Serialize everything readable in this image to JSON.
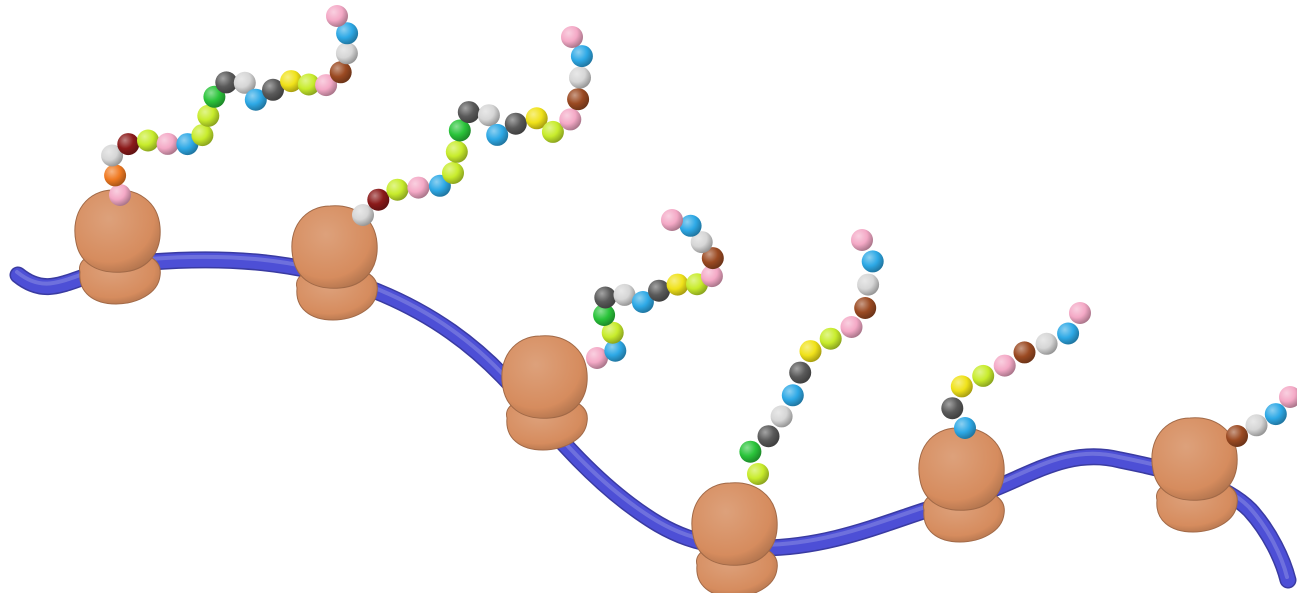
{
  "palette": {
    "pink": "#f4a9c6",
    "blue": "#2ea9e6",
    "lightgray": "#d6d6d6",
    "darkgray": "#5a5a5a",
    "brown": "#9b4a22",
    "darkred": "#8b1a1a",
    "yellowgreen": "#c8ec2c",
    "yellow": "#f0e21a",
    "green": "#2ac43a",
    "orange": "#f07a22",
    "ribosome": "#d68c5e",
    "mrna": "#4d4fd6"
  },
  "ribosome_count": 6,
  "peptide_chains": [
    {
      "id": "chain-1",
      "residues": [
        "pink",
        "orange",
        "lightgray",
        "darkred",
        "yellowgreen",
        "pink",
        "blue",
        "yellowgreen",
        "yellowgreen",
        "green",
        "darkgray",
        "lightgray",
        "blue",
        "darkgray",
        "yellow",
        "yellowgreen",
        "pink",
        "brown",
        "lightgray",
        "blue",
        "pink"
      ]
    },
    {
      "id": "chain-2",
      "residues": [
        "lightgray",
        "darkred",
        "yellowgreen",
        "pink",
        "blue",
        "yellowgreen",
        "yellowgreen",
        "green",
        "darkgray",
        "lightgray",
        "blue",
        "darkgray",
        "yellow",
        "yellowgreen",
        "pink",
        "brown",
        "lightgray",
        "blue",
        "pink"
      ]
    },
    {
      "id": "chain-3",
      "residues": [
        "pink",
        "blue",
        "yellowgreen",
        "green",
        "darkgray",
        "lightgray",
        "blue",
        "darkgray",
        "yellow",
        "yellowgreen",
        "pink",
        "brown",
        "lightgray",
        "blue",
        "pink"
      ]
    },
    {
      "id": "chain-4",
      "residues": [
        "yellowgreen",
        "green",
        "darkgray",
        "lightgray",
        "blue",
        "darkgray",
        "yellow",
        "yellowgreen",
        "pink",
        "brown",
        "lightgray",
        "blue",
        "pink"
      ]
    },
    {
      "id": "chain-5",
      "residues": [
        "blue",
        "darkgray",
        "yellow",
        "yellowgreen",
        "pink",
        "brown",
        "lightgray",
        "blue",
        "pink"
      ]
    },
    {
      "id": "chain-6",
      "residues": [
        "brown",
        "lightgray",
        "blue",
        "pink"
      ]
    }
  ]
}
